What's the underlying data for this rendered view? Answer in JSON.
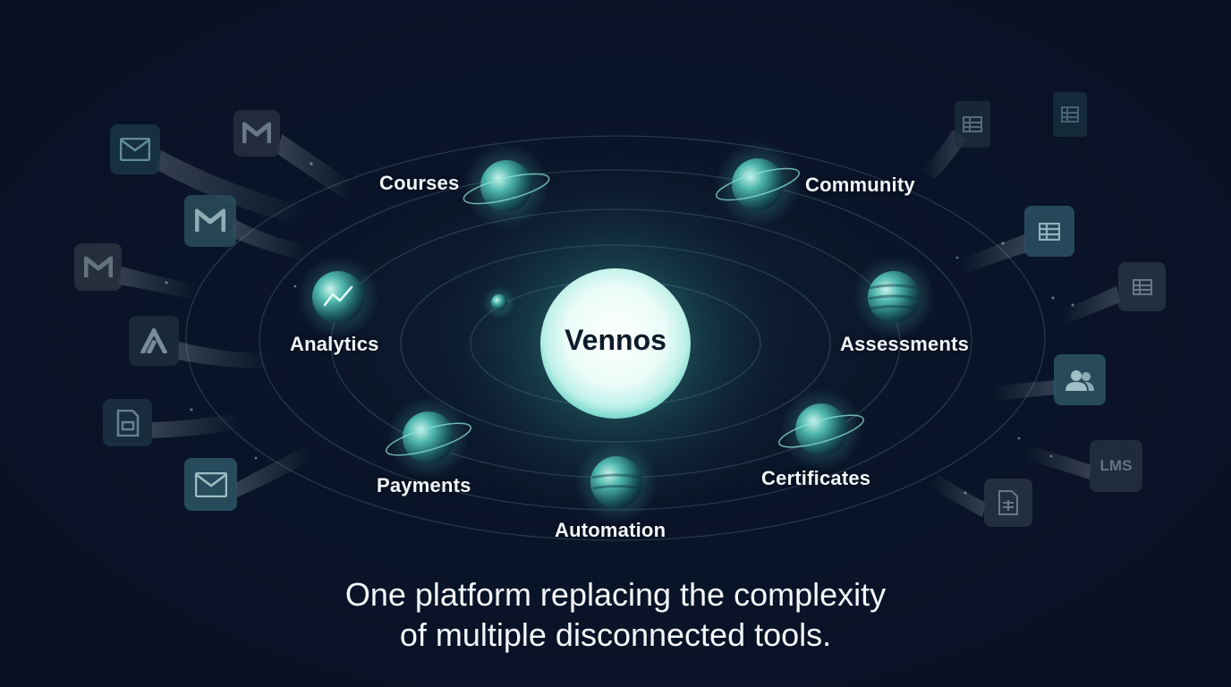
{
  "hub": {
    "label": "Vennos"
  },
  "features": [
    {
      "label": "Courses"
    },
    {
      "label": "Community"
    },
    {
      "label": "Analytics"
    },
    {
      "label": "Assessments"
    },
    {
      "label": "Payments"
    },
    {
      "label": "Automation"
    },
    {
      "label": "Certificates"
    }
  ],
  "tools": {
    "left": [
      "mail-icon",
      "gmail-icon",
      "gmail-icon",
      "gmail-icon",
      "arrow-logo-icon",
      "form-icon",
      "mail-icon"
    ],
    "right": [
      "spreadsheet-icon",
      "spreadsheet-icon",
      "spreadsheet-icon",
      "spreadsheet-icon",
      "people-icon",
      "spreadsheet-icon"
    ],
    "lms_label": "LMS"
  },
  "tagline": {
    "line1": "One platform replacing the complexity",
    "line2": "of multiple disconnected tools."
  },
  "colors": {
    "background": "#091226",
    "accent": "#3fb8ad",
    "hub_glow": "#dff8f4",
    "text": "#f4f7fb"
  }
}
